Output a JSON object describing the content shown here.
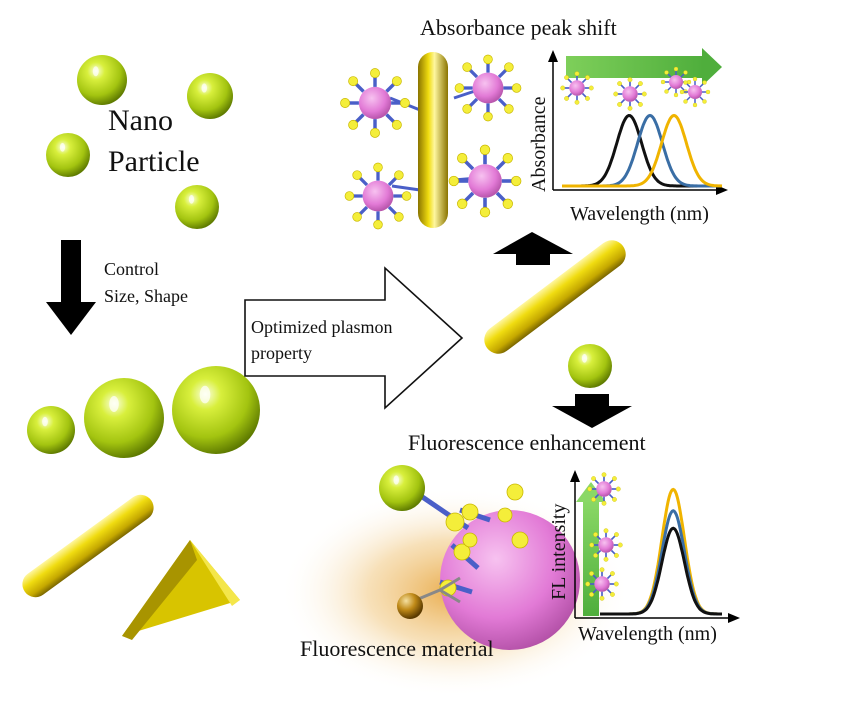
{
  "labels": {
    "nano": "Nano",
    "particle": "Particle",
    "control_line1": "Control",
    "control_line2": "Size, Shape",
    "optimized_line1": "Optimized plasmon",
    "optimized_line2": "property",
    "absorbance_shift": "Absorbance peak shift",
    "fluorescence_enhancement": "Fluorescence enhancement",
    "fluorescence_material": "Fluorescence material"
  },
  "absorbance_chart": {
    "ylabel": "Absorbance",
    "xlabel": "Wavelength  (nm)",
    "peaks": [
      {
        "color": "#111111",
        "center": 0.42,
        "height": 0.82
      },
      {
        "color": "#3a6ea5",
        "center": 0.55,
        "height": 0.82
      },
      {
        "color": "#f0b400",
        "center": 0.7,
        "height": 0.82
      }
    ]
  },
  "fl_chart": {
    "ylabel": "FL intensity",
    "xlabel": "Wavelength  (nm)",
    "peaks": [
      {
        "color": "#f0b400",
        "center": 0.6,
        "height": 0.93
      },
      {
        "color": "#3a6ea5",
        "center": 0.6,
        "height": 0.77
      },
      {
        "color": "#111111",
        "center": 0.6,
        "height": 0.64
      }
    ]
  },
  "colors": {
    "gold_sphere": "#a8cc10",
    "gold_rod": "#e0c800",
    "green_arrow": "#6cc24a",
    "pink_dye": "#e67ad8",
    "yellow_ligand": "#f4ee3a",
    "blue_linker": "#4a5fc8"
  }
}
